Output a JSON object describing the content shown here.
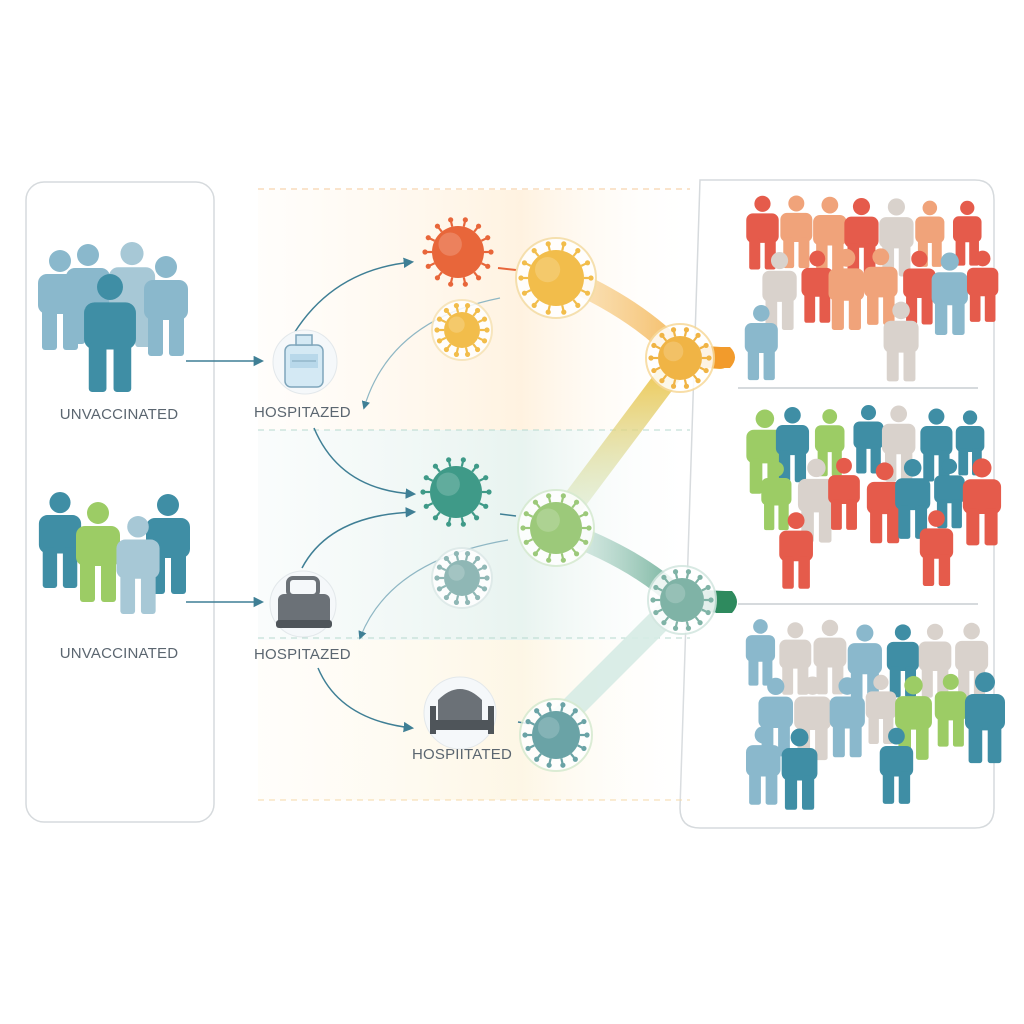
{
  "left_panel": {
    "groups": [
      {
        "label": "UNVACCINATED",
        "palette": [
          "#8ab8cc",
          "#3f8ea5",
          "#a7c8d6"
        ]
      },
      {
        "label": "UNVACCINATED",
        "palette": [
          "#3f8ea5",
          "#9ccc65",
          "#a7c8d6"
        ]
      }
    ]
  },
  "middle": {
    "nodes": [
      {
        "label": "HOSPITAZED",
        "icon": "iv-bottle-icon"
      },
      {
        "label": "HOSPITAZED",
        "icon": "hospital-bed-icon"
      },
      {
        "label": "HOSPIITATED",
        "icon": "hospital-bed-icon"
      }
    ],
    "virus_colors": {
      "red": "#e8663a",
      "yellow": "#f2bd4b",
      "teal": "#3f9a88",
      "green": "#9cc97a",
      "slate": "#8fb7b5"
    }
  },
  "right_panel": {
    "crowds": [
      {
        "name": "red-crowd",
        "palette": [
          "#e55b4b",
          "#d9d2cc",
          "#8ab8cc",
          "#f0a37a"
        ]
      },
      {
        "name": "mixed-crowd",
        "palette": [
          "#e55b4b",
          "#3f8ea5",
          "#9ccc65",
          "#d9d2cc"
        ]
      },
      {
        "name": "green-crowd",
        "palette": [
          "#9ccc65",
          "#3f8ea5",
          "#8ab8cc",
          "#d9d2cc"
        ]
      }
    ]
  }
}
